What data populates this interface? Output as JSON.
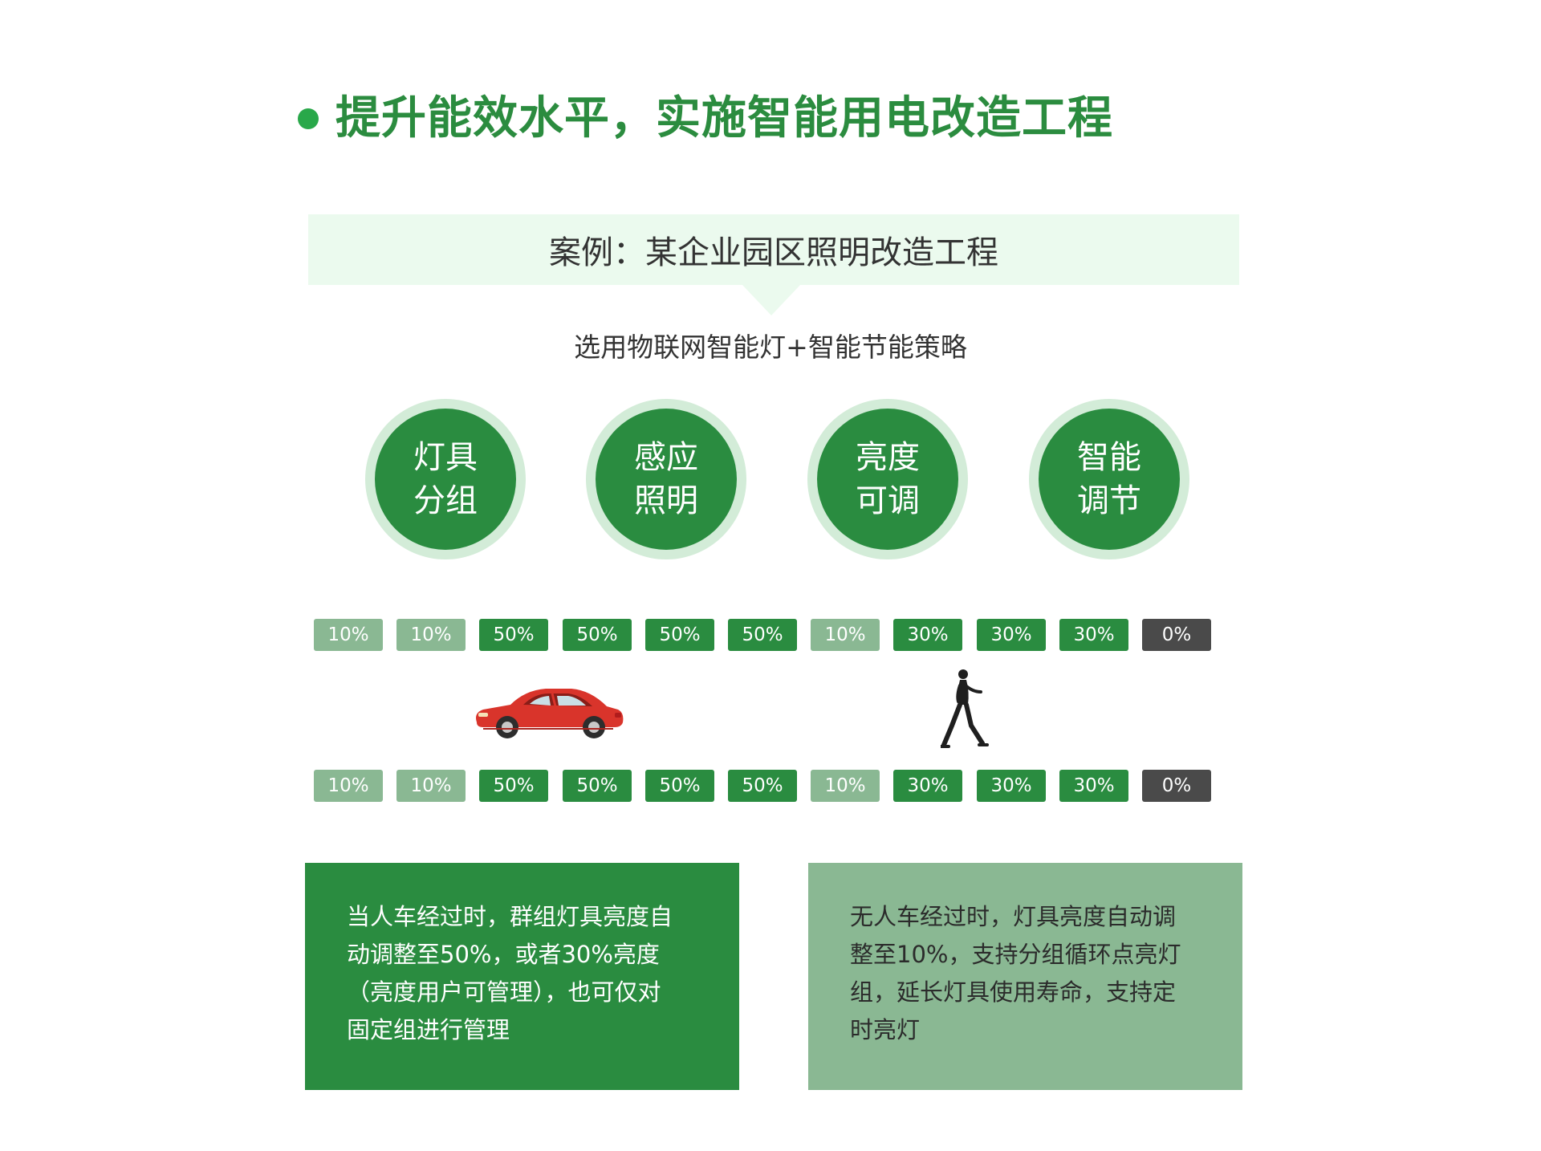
{
  "title": "提升能效水平，实施智能用电改造工程",
  "case_banner": "案例：某企业园区照明改造工程",
  "strategy": "选用物联网智能灯+智能节能策略",
  "features": [
    {
      "line1": "灯具",
      "line2": "分组"
    },
    {
      "line1": "感应",
      "line2": "照明"
    },
    {
      "line1": "亮度",
      "line2": "可调"
    },
    {
      "line1": "智能",
      "line2": "调节"
    }
  ],
  "brightness_top": [
    {
      "label": "10%",
      "level": "light"
    },
    {
      "label": "10%",
      "level": "light"
    },
    {
      "label": "50%",
      "level": "dark"
    },
    {
      "label": "50%",
      "level": "dark"
    },
    {
      "label": "50%",
      "level": "dark"
    },
    {
      "label": "50%",
      "level": "dark"
    },
    {
      "label": "10%",
      "level": "light"
    },
    {
      "label": "30%",
      "level": "dark"
    },
    {
      "label": "30%",
      "level": "dark"
    },
    {
      "label": "30%",
      "level": "dark"
    },
    {
      "label": "0%",
      "level": "off"
    }
  ],
  "brightness_bottom": [
    {
      "label": "10%",
      "level": "light"
    },
    {
      "label": "10%",
      "level": "light"
    },
    {
      "label": "50%",
      "level": "dark"
    },
    {
      "label": "50%",
      "level": "dark"
    },
    {
      "label": "50%",
      "level": "dark"
    },
    {
      "label": "50%",
      "level": "dark"
    },
    {
      "label": "10%",
      "level": "light"
    },
    {
      "label": "30%",
      "level": "dark"
    },
    {
      "label": "30%",
      "level": "dark"
    },
    {
      "label": "30%",
      "level": "dark"
    },
    {
      "label": "0%",
      "level": "off"
    }
  ],
  "icons": {
    "car": "car-icon",
    "walker": "pedestrian-icon"
  },
  "info_active": [
    "当人车经过时，群组灯具亮度自",
    "动调整至50%，或者30%亮度",
    "（亮度用户可管理），也可仅对",
    "固定组进行管理"
  ],
  "info_idle": [
    "无人车经过时，灯具亮度自动调",
    "整至10%，支持分组循环点亮灯",
    "组，延长灯具使用寿命，支持定",
    "时亮灯"
  ],
  "colors": {
    "primary_green": "#2a8c40",
    "light_green": "#8ab893",
    "pale_green": "#ebfaee",
    "circle_ring": "#d3ecd8",
    "off_gray": "#4a4a4a",
    "title_green": "#2b8c3f",
    "bullet_green": "#29a84a"
  }
}
